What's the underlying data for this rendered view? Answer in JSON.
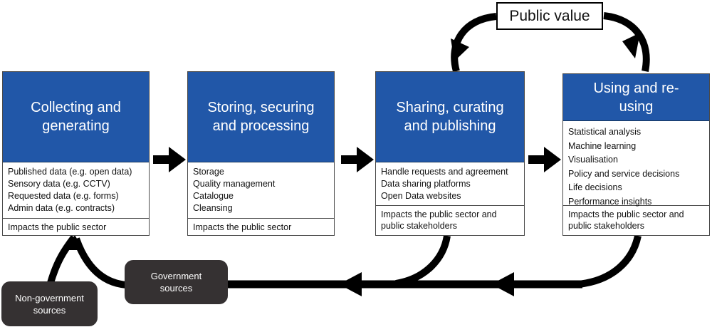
{
  "top_box": {
    "label": "Public value"
  },
  "stages": [
    {
      "title": "Collecting and generating",
      "items": [
        "Published data (e.g. open data)",
        "Sensory data (e.g. CCTV)",
        "Requested data (e.g. forms)",
        "Admin data (e.g. contracts)"
      ],
      "impact": "Impacts the public sector"
    },
    {
      "title": "Storing, securing and processing",
      "items": [
        "Storage",
        "Quality management",
        "Catalogue",
        "Cleansing"
      ],
      "impact": "Impacts the public sector"
    },
    {
      "title": "Sharing, curating and publishing",
      "items": [
        "Handle requests and agreement",
        "Data sharing platforms",
        "Open Data websites"
      ],
      "impact": "Impacts the public sector and public stakeholders"
    },
    {
      "title": "Using and re-using",
      "items": [
        "Statistical analysis",
        "Machine learning",
        "Visualisation",
        "Policy and service decisions",
        "Life decisions",
        "Performance insights"
      ],
      "impact": "Impacts the public sector and public stakeholders"
    }
  ],
  "sources": {
    "government": "Government sources",
    "non_government": "Non-government sources"
  },
  "colors": {
    "header_blue": "#2157A8",
    "header_text": "#FFFFFF",
    "dark_box": "#353132",
    "box_border": "#4A4A4A",
    "arrow_black": "#000000"
  }
}
